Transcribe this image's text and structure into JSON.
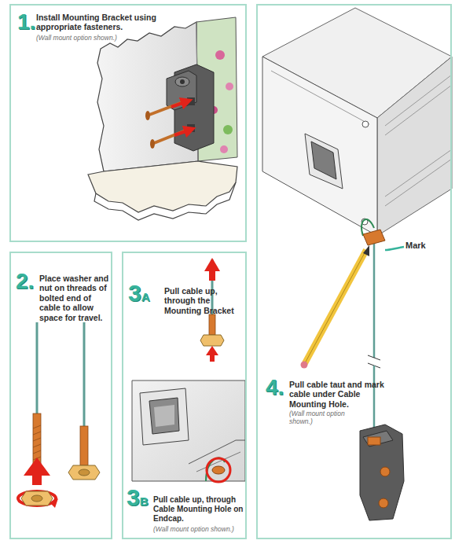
{
  "diagram": {
    "nodes": [
      {
        "text": [
          "1.",
          "Install Mounting Bracket using appropriate fasteners.",
          "(Wall mount option shown.)"
        ]
      },
      {
        "text": [
          "2.",
          "Place washer and nut on threads of bolted end of cable to allow space for travel."
        ]
      },
      {
        "text": [
          "3A",
          "Pull cable up, through the Mounting Bracket",
          "3B",
          "Pull cable up, through Cable Mounting Hole on Endcap.",
          "(Wall mount option shown.)"
        ]
      },
      {
        "text": [
          "4.",
          "Pull cable taut and mark cable under Cable Mounting Hole.",
          "(Wall mount option shown.)"
        ]
      }
    ],
    "labels": [
      "Mark"
    ]
  }
}
